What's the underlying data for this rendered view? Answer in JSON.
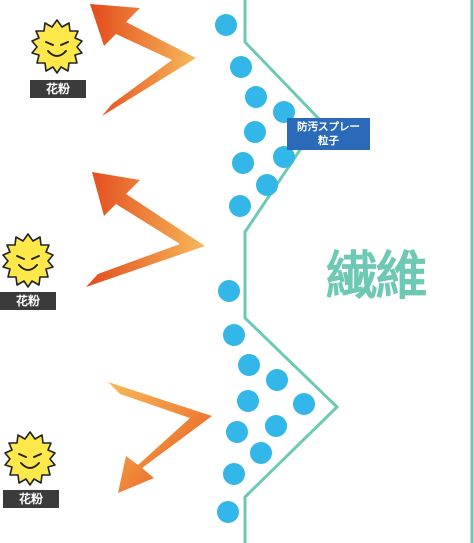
{
  "labels": {
    "pollen": "花粉",
    "spray_line1": "防汚スプレー",
    "spray_line2": "粒子",
    "fiber": "繊維"
  },
  "colors": {
    "fiber_line": "#6ec9b4",
    "particle": "#33b6e8",
    "arrow_light": "#f7b95a",
    "arrow_dark": "#e24a1c",
    "pollen_fill": "#ffe84a",
    "tag_bg": "#3b3b3b",
    "spray_tag_bg": "#2a6ab8"
  },
  "icons": [
    "sun-face-pollen-icon",
    "deflect-arrow-icon"
  ]
}
